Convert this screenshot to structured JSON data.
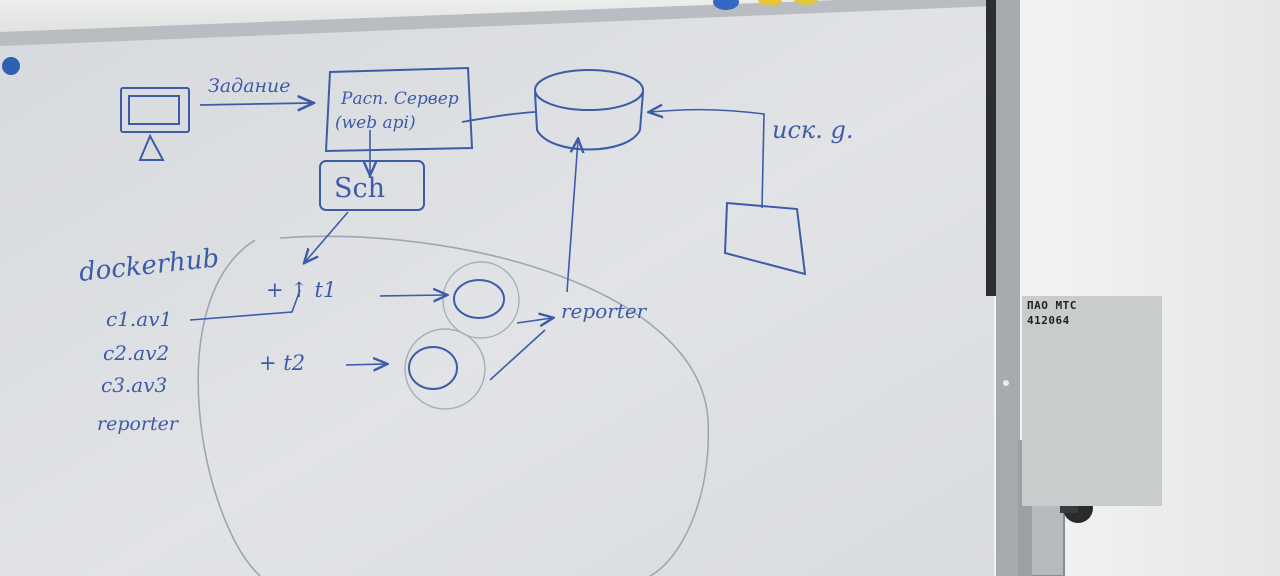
{
  "whiteboard": {
    "labels": {
      "zadanie": "Задание",
      "server_line1": "Расп. Сервер",
      "server_line2": "(web api)",
      "sch": "Sch",
      "isk_d": "иск. g.",
      "dockerhub": "dockerhub",
      "c1": "c1.av1",
      "c2": "c2.av2",
      "c3": "c3.av3",
      "reporter_list": "reporter",
      "reporter": "reporter",
      "t1": "+ ↑ t1",
      "t2": "+ t2"
    }
  },
  "sign": {
    "line1": "ПАО МТС",
    "line2": "412064"
  },
  "colors": {
    "marker": "#3d5ca8",
    "board": "#dfe1e4",
    "frame": "#8b8f93"
  }
}
